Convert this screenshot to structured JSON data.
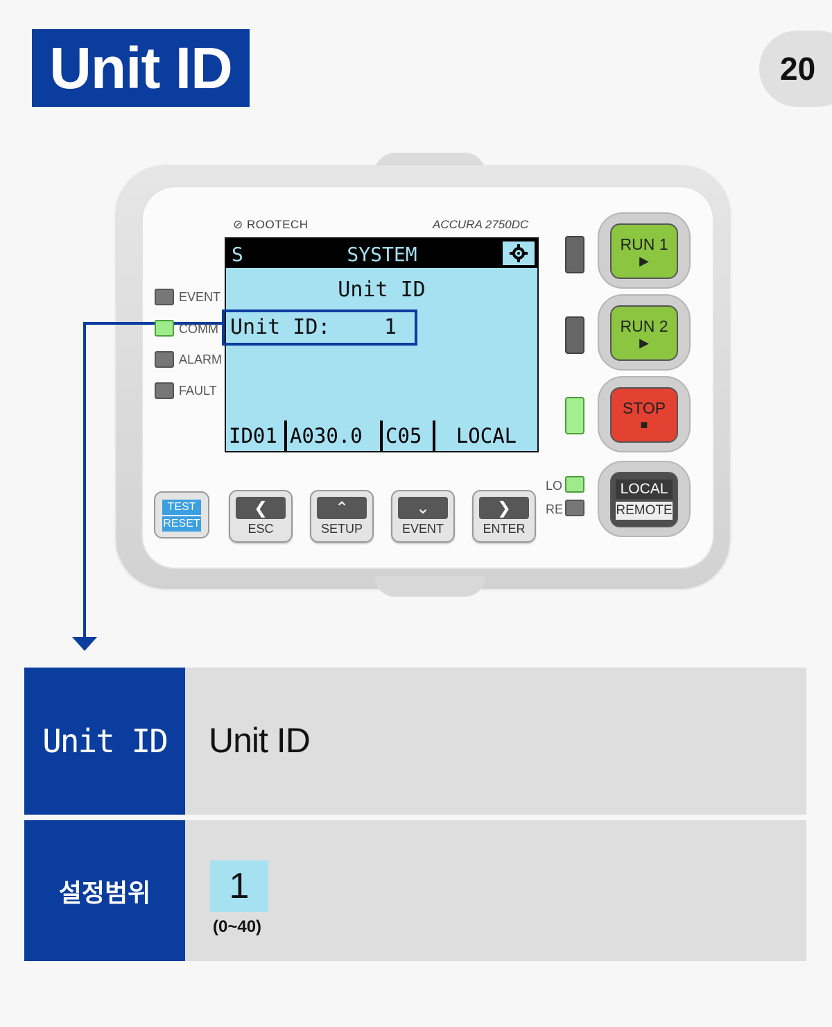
{
  "header": {
    "title": "Unit ID",
    "page_number": "20"
  },
  "device": {
    "brand": "ROOTECH",
    "model": "ACCURA 2750DC",
    "lcd": {
      "mode": "S",
      "menu": "SYSTEM",
      "icon": "settings-icon",
      "title": "Unit ID",
      "row_label": "Unit ID:",
      "row_value": "1",
      "status": [
        "ID01",
        "A030.0",
        "C05",
        "LOCAL"
      ]
    },
    "leds": {
      "event": "EVENT",
      "comm": "COMM",
      "alarm": "ALARM",
      "fault": "FAULT",
      "lo": "LO",
      "re": "RE"
    },
    "buttons": {
      "run1": "RUN 1",
      "run2": "RUN 2",
      "stop": "STOP",
      "local": "LOCAL",
      "remote": "REMOTE",
      "test": "TEST",
      "reset": "RESET",
      "esc": "ESC",
      "setup": "SETUP",
      "event": "EVENT",
      "enter": "ENTER"
    },
    "colors": {
      "lcd": "#a6e1f2",
      "accent": "#0a3d9e",
      "run": "#8cc641",
      "stop": "#e34132"
    }
  },
  "table": {
    "row1": {
      "header": "Unit ID",
      "desc": "Unit ID"
    },
    "row2": {
      "header": "설정범위",
      "value": "1",
      "range": "(0~40)"
    }
  }
}
